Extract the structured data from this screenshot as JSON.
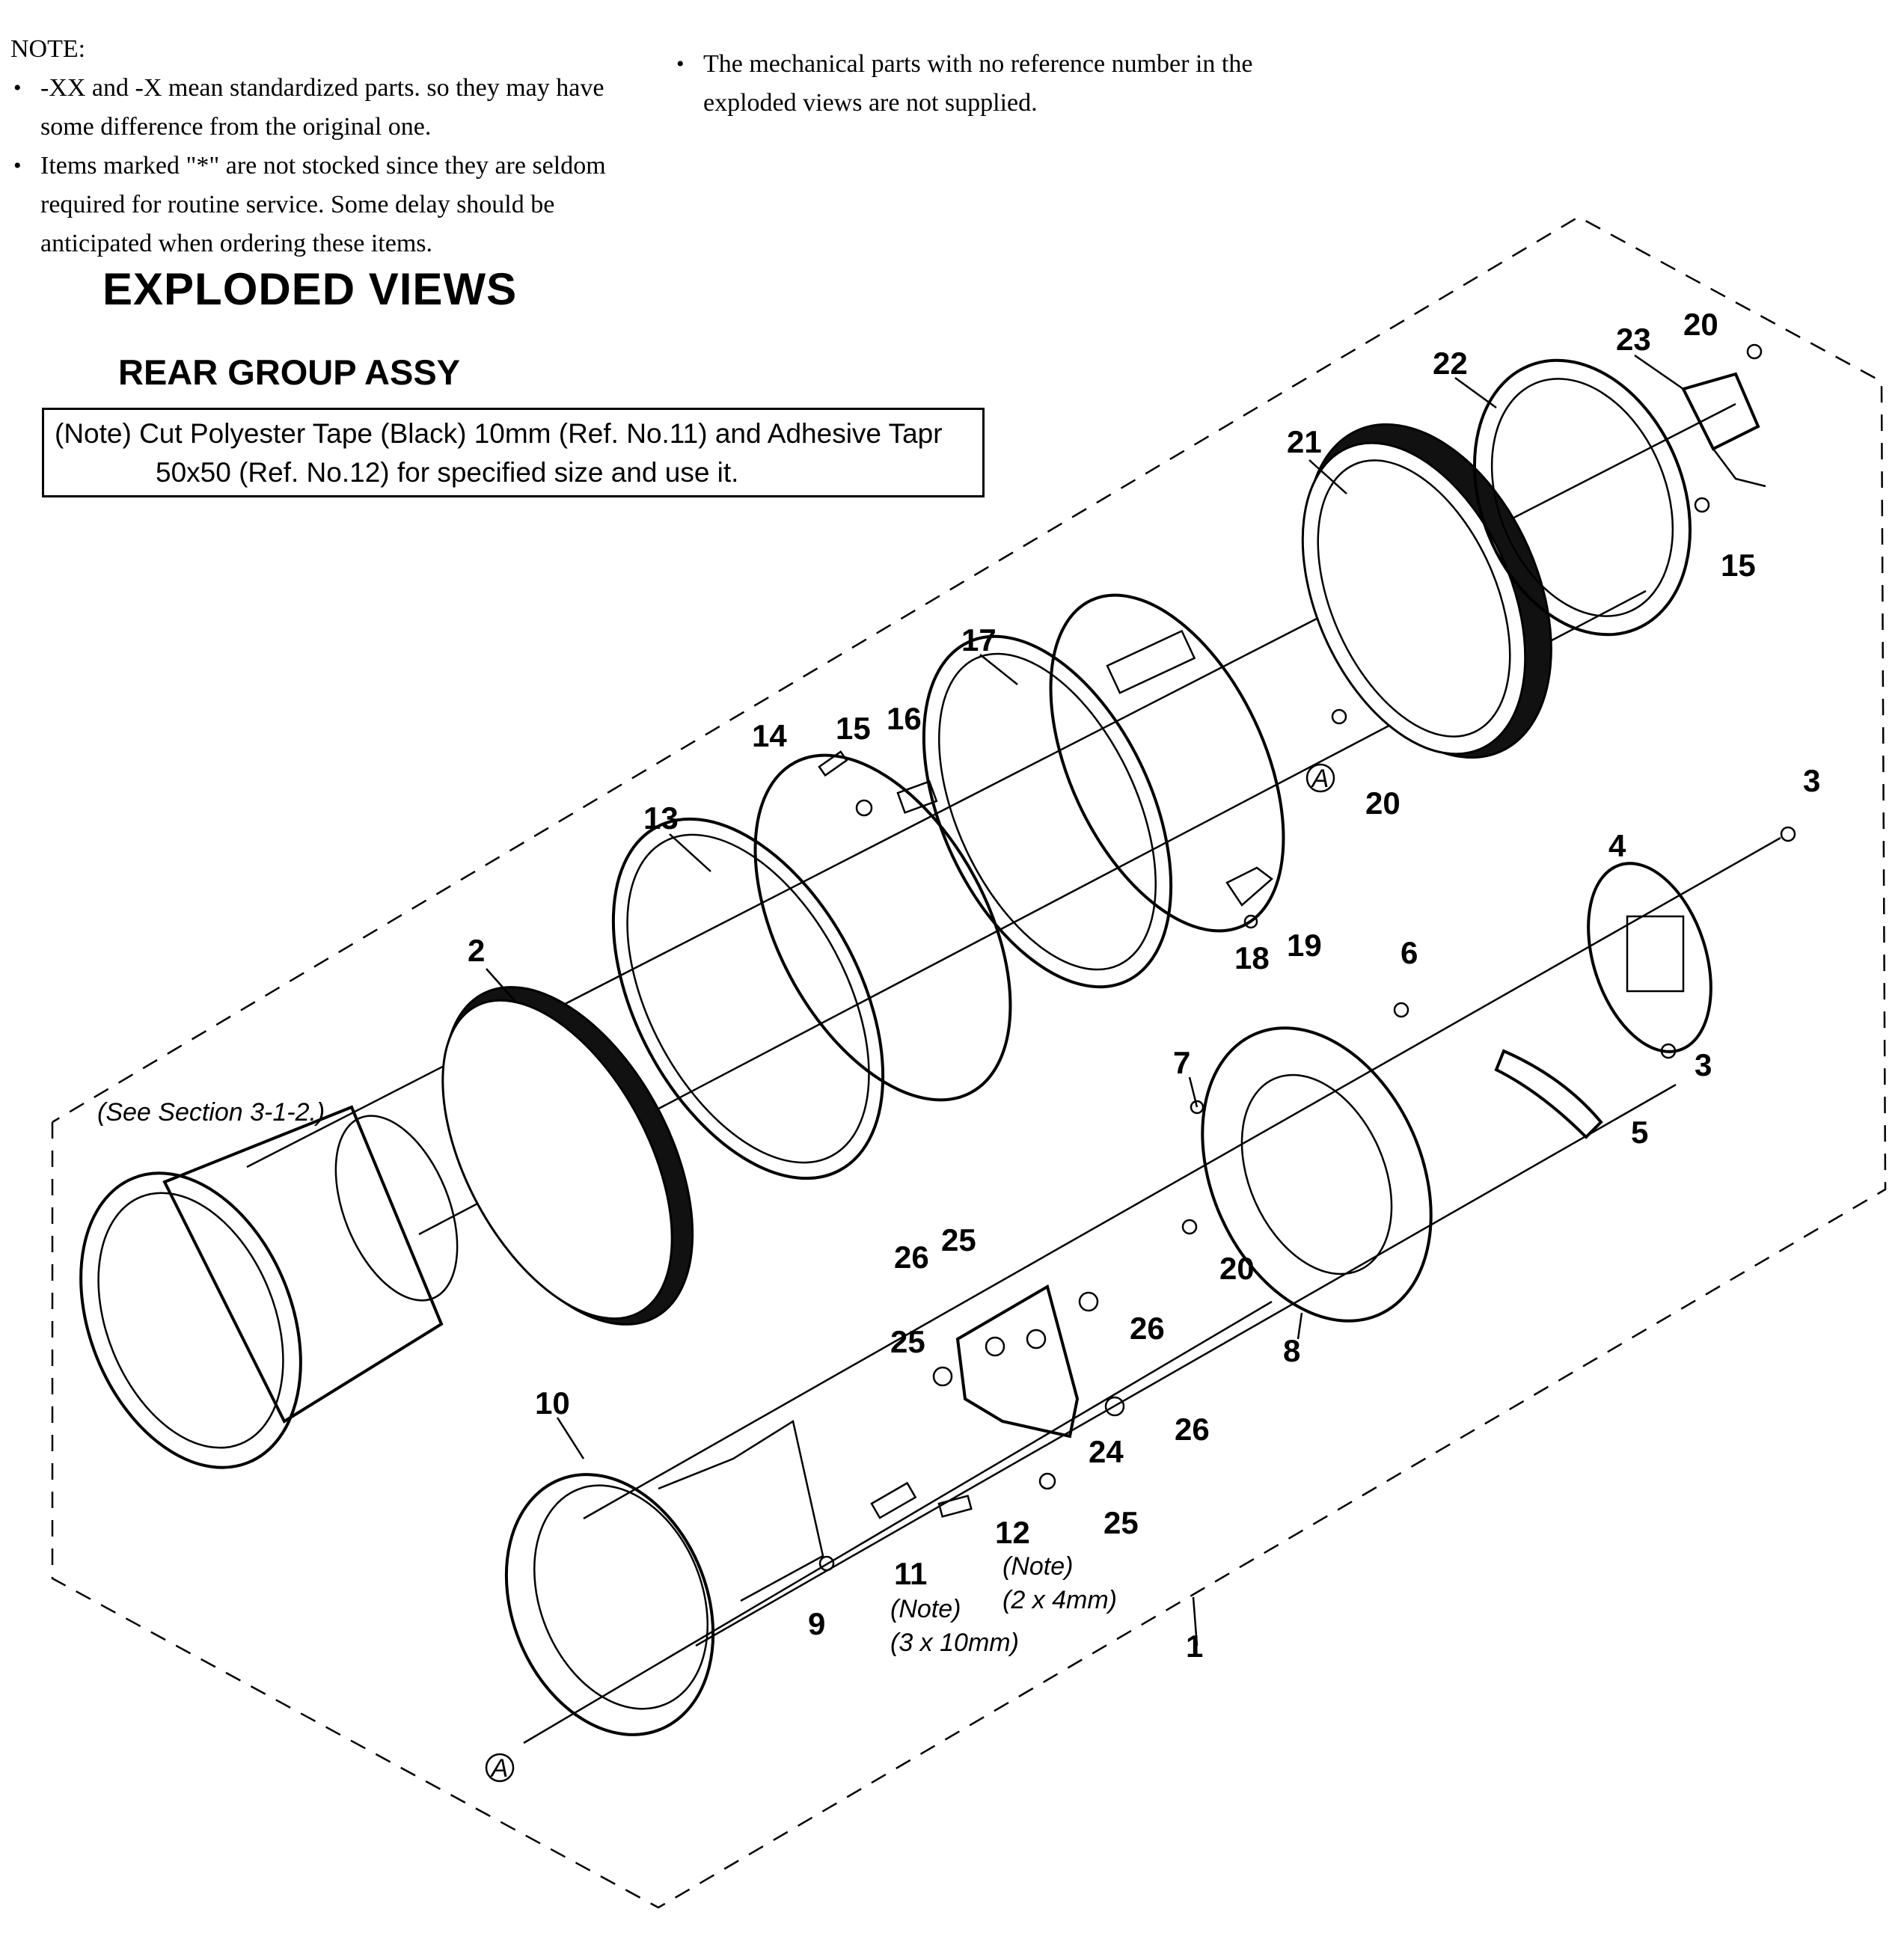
{
  "notes": {
    "heading": "NOTE:",
    "left_items": [
      "-XX and -X mean standardized parts. so they may have some difference from the original one.",
      "Items marked \"*\" are not stocked since they are seldom required for routine service. Some delay should be anticipated when ordering these items."
    ],
    "right_items": [
      "The mechanical parts with no reference number in the exploded views are not supplied."
    ]
  },
  "headings": {
    "title": "EXPLODED VIEWS",
    "subtitle": "REAR GROUP ASSY"
  },
  "note_box": {
    "line1": "(Note) Cut Polyester Tape (Black) 10mm (Ref. No.11) and Adhesive Tapr",
    "line2": "50x50 (Ref. No.12) for specified size and use it."
  },
  "diagram": {
    "see_section": "(See Section 3-1-2.)",
    "labels": {
      "p1": "1",
      "p2": "2",
      "p3a": "3",
      "p3b": "3",
      "p4": "4",
      "p5": "5",
      "p6": "6",
      "p7": "7",
      "p8": "8",
      "p9": "9",
      "p10": "10",
      "p11": "11",
      "p12": "12",
      "p13": "13",
      "p14": "14",
      "p15a": "15",
      "p15b": "15",
      "p16": "16",
      "p17": "17",
      "p18": "18",
      "p19": "19",
      "p20a": "20",
      "p20b": "20",
      "p20c": "20",
      "p21": "21",
      "p22": "22",
      "p23": "23",
      "p24": "24",
      "p25a": "25",
      "p25b": "25",
      "p25c": "25",
      "p26a": "26",
      "p26b": "26",
      "p26c": "26"
    },
    "annotations": {
      "note11": "(Note)",
      "size11": "(3 x 10mm)",
      "note12": "(Note)",
      "size12": "(2 x 4mm)",
      "ref_a": "A"
    }
  }
}
